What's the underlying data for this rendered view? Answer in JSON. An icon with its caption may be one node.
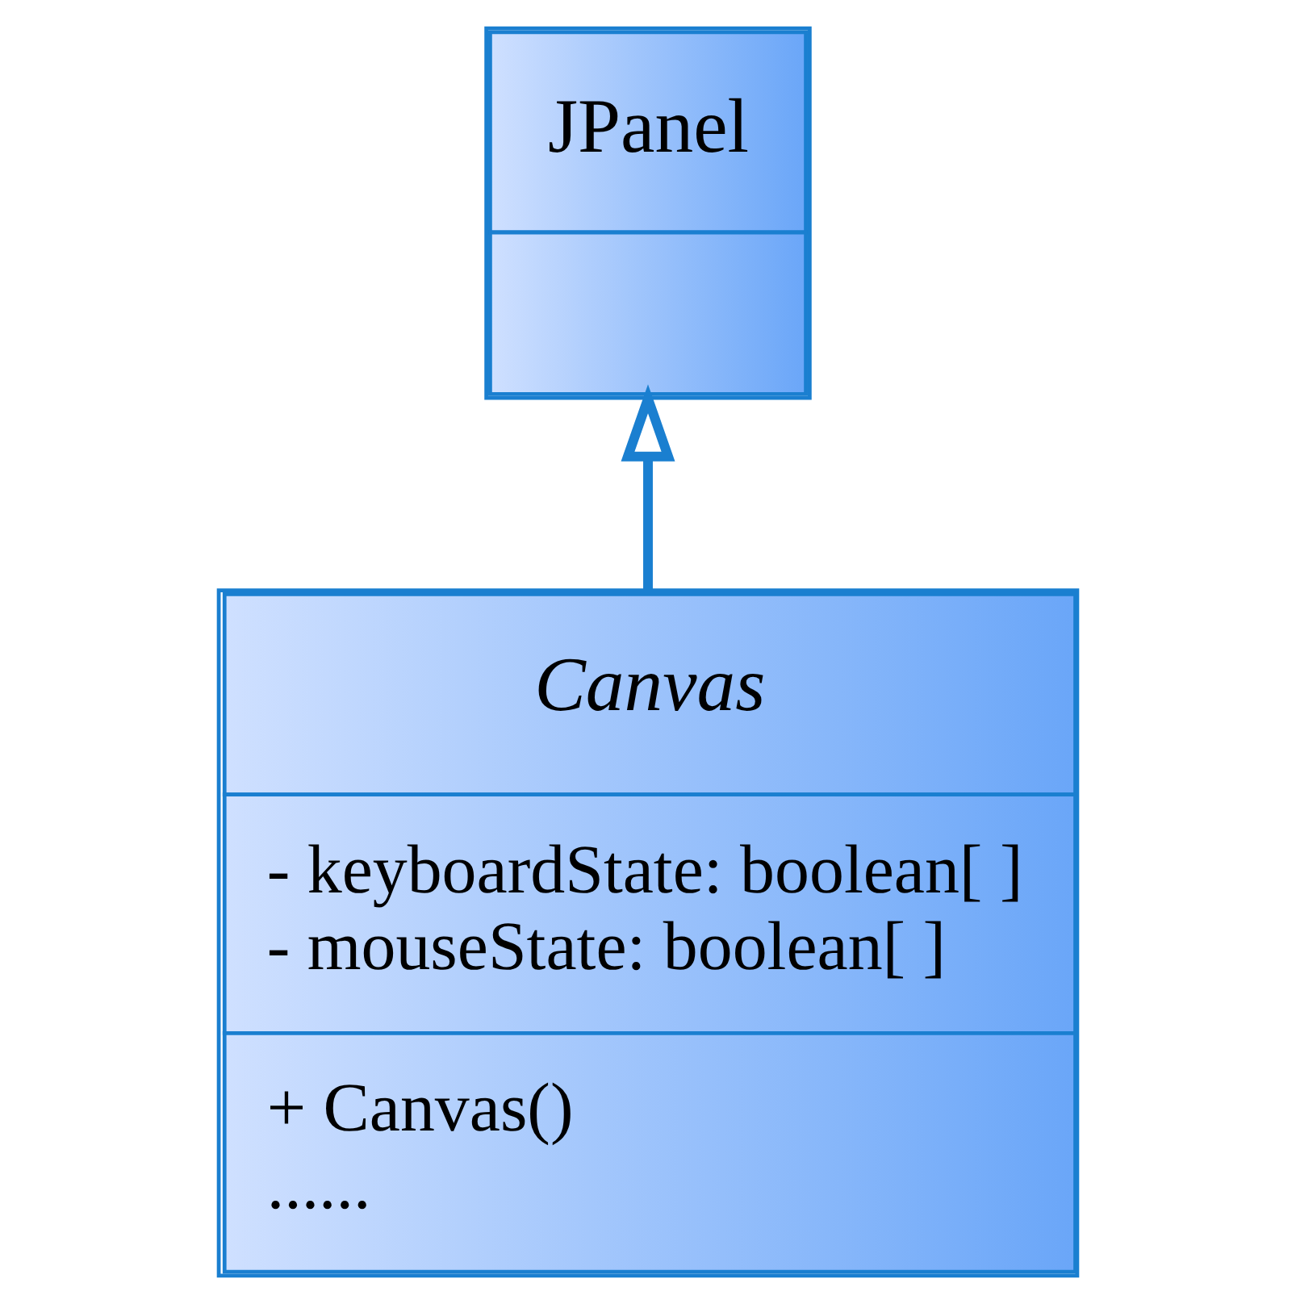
{
  "diagram": {
    "nodes": [
      {
        "text": [
          "JPanel"
        ]
      },
      {
        "text": [
          "Canvas",
          "- keyboardState: boolean[ ]",
          "- mouseState: boolean[ ]",
          "+ Canvas()",
          "......"
        ]
      }
    ],
    "edges": [
      {
        "from": 1,
        "to": 0,
        "arrow": "to"
      }
    ]
  }
}
